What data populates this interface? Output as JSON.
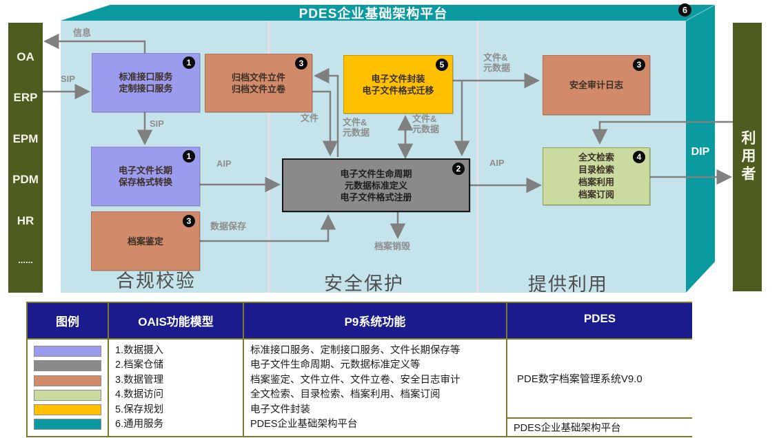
{
  "colors": {
    "platform_teal": "#0a9aa0",
    "panel_blue": "#c5e3ea",
    "system_bar_olive": "#4e5c20",
    "ingest_purple": "#9c9cee",
    "storage_gray": "#8a8a8a",
    "management_salmon": "#d18a6a",
    "access_green": "#cbda9f",
    "planning_yellow": "#ffc000",
    "table_header_navy": "#1b1b8e",
    "table_border_olive": "#7b7b2a",
    "arrow_gray": "#808080"
  },
  "diagram": {
    "platform_title": "PDES企业基础架构平台",
    "platform_badge": "6",
    "source_systems": [
      "OA",
      "ERP",
      "EPM",
      "PDM",
      "HR",
      "......"
    ],
    "consumer_label": "利用者",
    "zones": [
      "合规校验",
      "安全保护",
      "提供利用"
    ],
    "boxes": [
      {
        "badge": "1",
        "lines": [
          "标准接口服务",
          "定制接口服务"
        ]
      },
      {
        "badge": "3",
        "lines": [
          "归档文件立件",
          "归档文件立卷"
        ]
      },
      {
        "badge": "5",
        "lines": [
          "电子文件封装",
          "电子文件格式迁移"
        ]
      },
      {
        "badge": "3",
        "lines": [
          "安全审计日志"
        ]
      },
      {
        "badge": "1",
        "lines": [
          "电子文件长期",
          "保存格式转换"
        ]
      },
      {
        "badge": "2",
        "lines": [
          "电子文件生命周期",
          "元数据标准定义",
          "电子文件格式注册"
        ]
      },
      {
        "badge": "4",
        "lines": [
          "全文检索",
          "目录检索",
          "档案利用",
          "档案订阅"
        ]
      },
      {
        "badge": "3",
        "lines": [
          "档案鉴定"
        ]
      }
    ],
    "flow_labels": {
      "info": "信息",
      "sip": "SIP",
      "aip": "AIP",
      "dip": "DIP",
      "file": "文件",
      "file_meta_line1": "文件&",
      "file_meta_line2": "元数据",
      "data_save": "数据保存",
      "archive_destroy": "档案销毁"
    }
  },
  "legend_table": {
    "headers": [
      "图例",
      "OAIS功能模型",
      "P9系统功能",
      "PDES"
    ],
    "legend": [
      {
        "color": "#9c9cee",
        "label": "1.数据摄入"
      },
      {
        "color": "#8a8a8a",
        "label": "2.档案仓储"
      },
      {
        "color": "#d18a6a",
        "label": "3.数据管理"
      },
      {
        "color": "#cbda9f",
        "label": "4.数据访问"
      },
      {
        "color": "#ffc000",
        "label": "5.保存规划"
      },
      {
        "color": "#0a9aa0",
        "label": "6.通用服务"
      }
    ],
    "p9_functions": [
      "标准接口服务、定制接口服务、文件长期保存等",
      "电子文件生命周期、元数据标准定义等",
      "档案鉴定、文件立件、文件立卷、安全日志审计",
      "全文检索、目录检索、档案利用、档案订阅",
      "电子文件封装",
      "PDES企业基础架构平台"
    ],
    "pdes_column": {
      "main": "PDE数字档案管理系统V9.0",
      "bottom": "PDES企业基础架构平台"
    }
  }
}
